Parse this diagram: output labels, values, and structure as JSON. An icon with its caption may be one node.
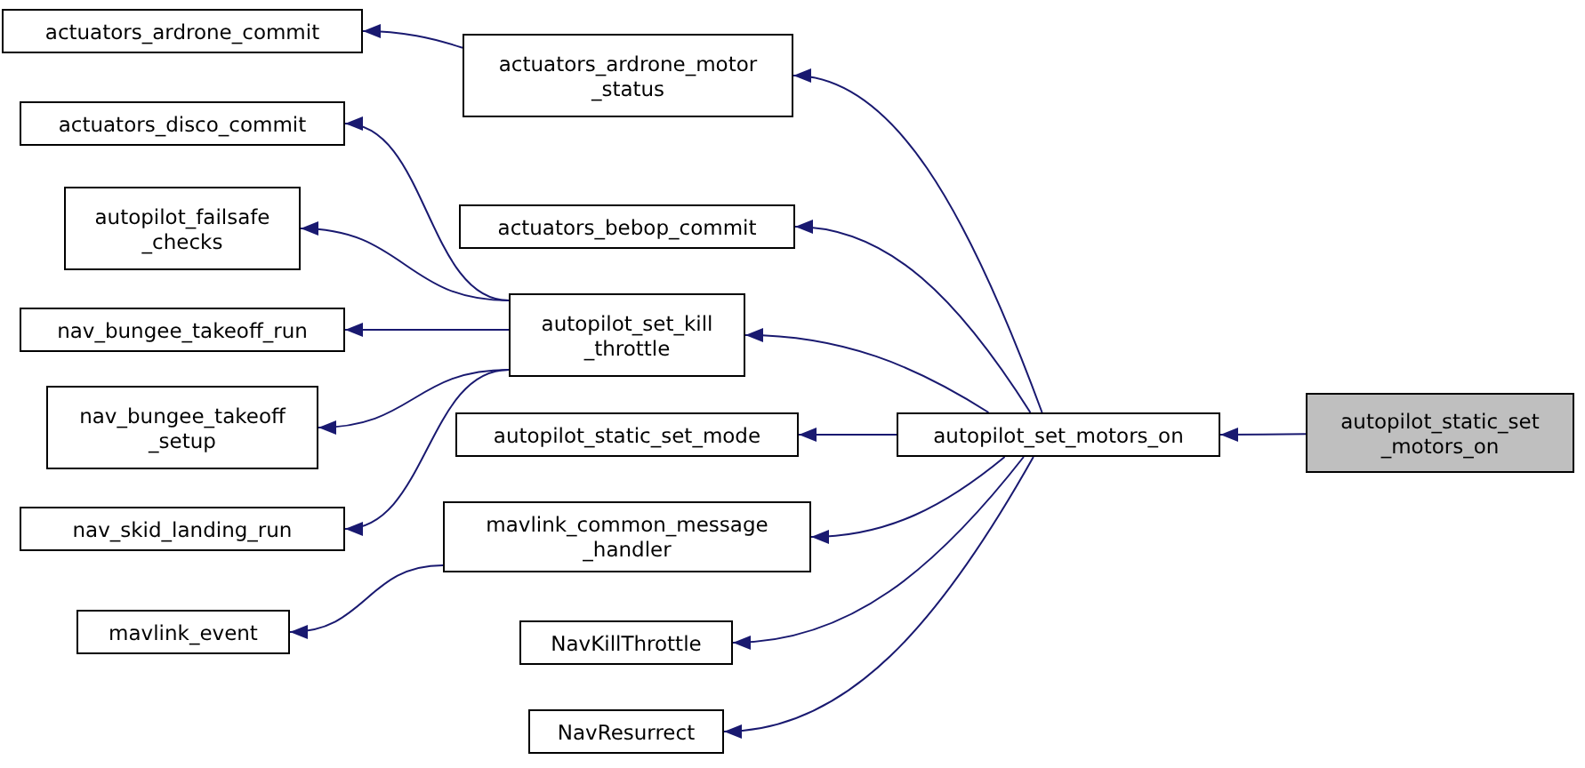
{
  "diagram": {
    "nodes": [
      {
        "text": [
          "actuators_ardrone_commit"
        ]
      },
      {
        "text": [
          "actuators_ardrone_motor _status"
        ]
      },
      {
        "text": [
          "actuators_disco_commit"
        ]
      },
      {
        "text": [
          "autopilot_failsafe _checks"
        ]
      },
      {
        "text": [
          "nav_bungee_takeoff_run"
        ]
      },
      {
        "text": [
          "nav_bungee_takeoff _setup"
        ]
      },
      {
        "text": [
          "nav_skid_landing_run"
        ]
      },
      {
        "text": [
          "mavlink_event"
        ]
      },
      {
        "text": [
          "actuators_bebop_commit"
        ]
      },
      {
        "text": [
          "autopilot_set_kill _throttle"
        ]
      },
      {
        "text": [
          "autopilot_static_set_mode"
        ]
      },
      {
        "text": [
          "mavlink_common_message _handler"
        ]
      },
      {
        "text": [
          "NavKillThrottle"
        ]
      },
      {
        "text": [
          "NavResurrect"
        ]
      },
      {
        "text": [
          "autopilot_set_motors_on"
        ]
      },
      {
        "text": [
          "autopilot_static_set _motors_on"
        ]
      }
    ],
    "edges": [
      {
        "from": 15,
        "to": 14,
        "arrow": "to"
      },
      {
        "from": 14,
        "to": 1,
        "arrow": "to"
      },
      {
        "from": 14,
        "to": 8,
        "arrow": "to"
      },
      {
        "from": 14,
        "to": 9,
        "arrow": "to"
      },
      {
        "from": 14,
        "to": 10,
        "arrow": "to"
      },
      {
        "from": 14,
        "to": 11,
        "arrow": "to"
      },
      {
        "from": 14,
        "to": 12,
        "arrow": "to"
      },
      {
        "from": 14,
        "to": 13,
        "arrow": "to"
      },
      {
        "from": 1,
        "to": 0,
        "arrow": "to"
      },
      {
        "from": 9,
        "to": 2,
        "arrow": "to"
      },
      {
        "from": 9,
        "to": 3,
        "arrow": "to"
      },
      {
        "from": 9,
        "to": 4,
        "arrow": "to"
      },
      {
        "from": 9,
        "to": 5,
        "arrow": "to"
      },
      {
        "from": 9,
        "to": 6,
        "arrow": "to"
      },
      {
        "from": 11,
        "to": 7,
        "arrow": "to"
      }
    ]
  }
}
